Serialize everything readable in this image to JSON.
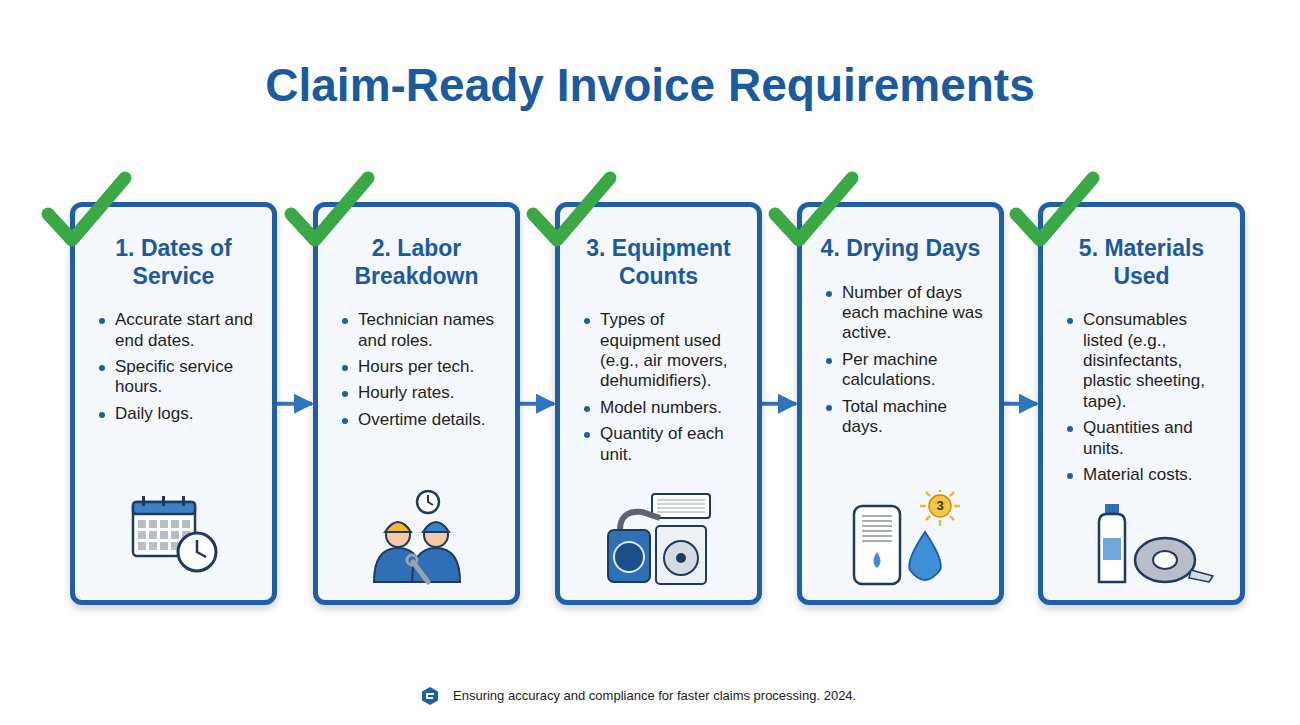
{
  "diagram": {
    "title": "Claim-Ready Invoice Requirements",
    "caption": "Ensuring accuracy and compliance for faster claims processing. 2024.",
    "nodes": [
      {
        "text": [
          "1. Dates of Service",
          "Accurate start and end dates.",
          "Specific service hours.",
          "Daily logs."
        ]
      },
      {
        "text": [
          "2. Labor Breakdown",
          "Technician names and roles.",
          "Hours per tech.",
          "Hourly rates.",
          "Overtime details."
        ]
      },
      {
        "text": [
          "3. Equipment Counts",
          "Types of equipment used (e.g., air movers, dehumidifiers).",
          "Model numbers.",
          "Quantity of each unit."
        ]
      },
      {
        "text": [
          "4. Drying Days",
          "Number of days each machine was active.",
          "Per machine calculations.",
          "Total machine days."
        ]
      },
      {
        "text": [
          "5. Materials Used",
          "Consumables listed (e.g., disinfectants, plastic sheeting, tape).",
          "Quantities and units.",
          "Material costs."
        ]
      }
    ],
    "edges": [
      {
        "from": 0,
        "to": 1,
        "arrow": "to"
      },
      {
        "from": 1,
        "to": 2,
        "arrow": "to"
      },
      {
        "from": 2,
        "to": 3,
        "arrow": "to"
      },
      {
        "from": 3,
        "to": 4,
        "arrow": "to"
      }
    ],
    "labels": [
      "3"
    ]
  }
}
